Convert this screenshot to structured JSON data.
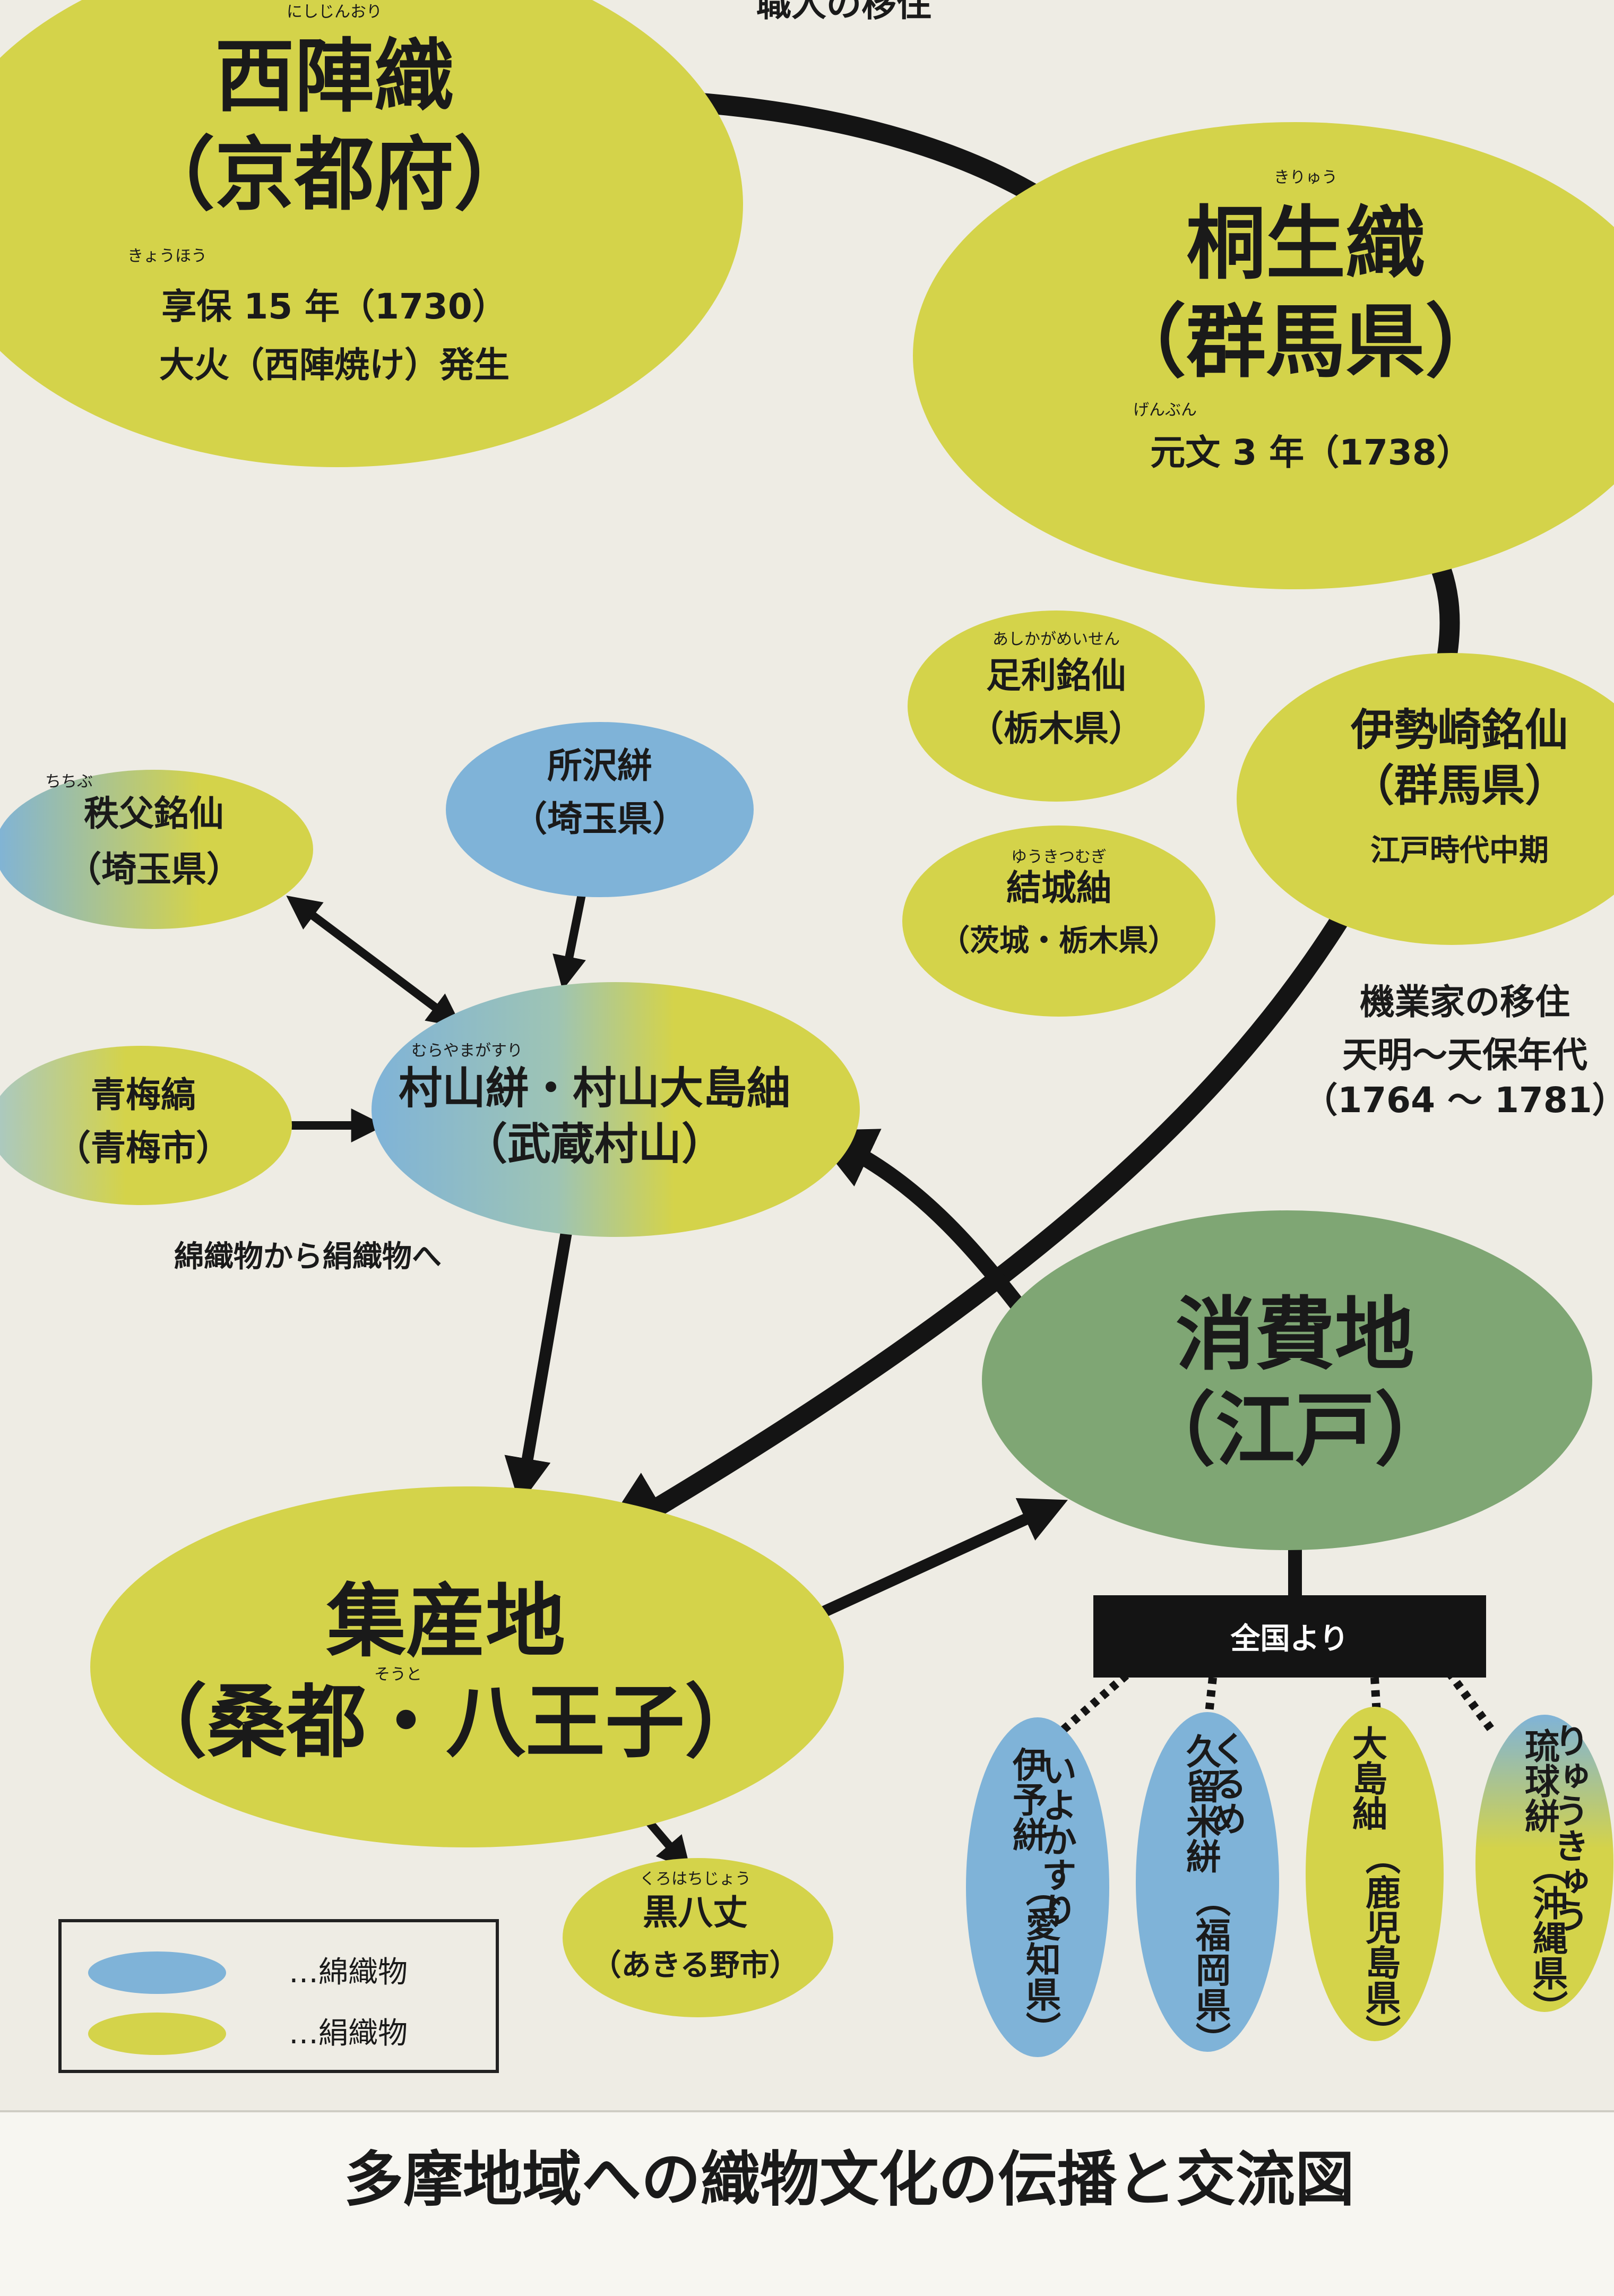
{
  "title": "多摩地域への織物文化の伝播と交流図",
  "nodes": {
    "nishijin": {
      "ruby": "にしじんおり",
      "name": "西陣織",
      "region": "（京都府）",
      "era_ruby": "きょうほう",
      "note1": "享保 15 年（1730）",
      "note2": "大火（西陣焼け）発生"
    },
    "kiryu": {
      "ruby": "きりゅう",
      "name": "桐生織",
      "region": "（群馬県）",
      "era_ruby": "げんぶん",
      "note1": "元文 3 年（1738）"
    },
    "isesaki": {
      "name": "伊勢崎銘仙",
      "region": "（群馬県）",
      "note1": "江戸時代中期"
    },
    "ashikaga": {
      "ruby": "あしかがめいせん",
      "name": "足利銘仙",
      "region": "（栃木県）"
    },
    "yuki": {
      "ruby": "ゆうきつむぎ",
      "name": "結城紬",
      "region": "（茨城・栃木県）"
    },
    "tokorozawa": {
      "name": "所沢絣",
      "region": "（埼玉県）"
    },
    "chichibu": {
      "ruby": "ちちぶ",
      "name": "秩父銘仙",
      "region": "（埼玉県）"
    },
    "murayama": {
      "ruby": "むらやまがすり",
      "name": "村山絣・村山大島紬",
      "region": "（武蔵村山）"
    },
    "ome": {
      "name": "青梅縞",
      "region": "（青梅市）"
    },
    "edo": {
      "name": "消費地",
      "region": "（江戸）"
    },
    "hachioji": {
      "name": "集産地",
      "ruby": "そうと",
      "region": "（桑都・八王子）"
    },
    "kurohachijo": {
      "ruby": "くろはちじょう",
      "name": "黒八丈",
      "region": "（あきる野市）"
    },
    "iyo": {
      "ruby": "いよかすり",
      "name": "伊予絣",
      "region": "（愛知県）"
    },
    "kurume": {
      "ruby": "くるめ",
      "name": "久留米絣",
      "region": "（福岡県）"
    },
    "oshima": {
      "name": "大島紬",
      "region": "（鹿児島県）"
    },
    "ryukyu": {
      "ruby": "りゅうきゅう",
      "name": "琉球絣",
      "region": "（沖縄県）"
    }
  },
  "annotations": {
    "migration_artisans": "職人の移住",
    "migration_factory": "機業家の移住",
    "migration_era": "天明～天保年代",
    "migration_years": "（1764 ～ 1781）",
    "cotton_to_silk": "綿織物から絹織物へ",
    "nationwide": "全国より"
  },
  "legend": {
    "cotton": "…綿織物",
    "silk": "…絹織物"
  },
  "colors": {
    "silk": "#d4d34a",
    "cotton": "#7fb3d8",
    "market": "#7fa674",
    "arrow": "#141414",
    "background": "#eeece4"
  }
}
